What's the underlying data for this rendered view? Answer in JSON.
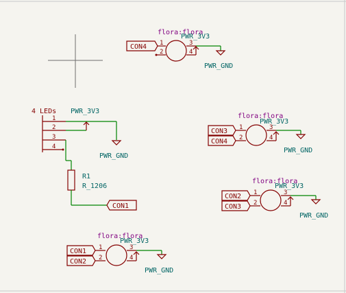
{
  "colors": {
    "background": "#f5f4ef",
    "component": "#840000",
    "wire": "#008400",
    "value_text": "#006464",
    "footprint_text": "#800080",
    "crosshair": "#6e6e6e"
  },
  "icons": {
    "cursor": "crosshair-cursor-icon",
    "ground": "ground-symbol-icon"
  },
  "footprint_label": "flora:flora",
  "power_net": "PWR_3V3",
  "ground_net": "PWR_GND",
  "pads": {
    "p1": {
      "pin1": "1",
      "pin2": "2",
      "pin3": "3",
      "pin4": "4",
      "in1": "CON4"
    },
    "p2": {
      "pin1": "1",
      "pin2": "2",
      "pin3": "3",
      "pin4": "4",
      "in1": "CON3",
      "in2": "CON4"
    },
    "p3": {
      "pin1": "1",
      "pin2": "2",
      "pin3": "3",
      "pin4": "4",
      "in1": "CON2",
      "in2": "CON3"
    },
    "p4": {
      "pin1": "1",
      "pin2": "2",
      "pin3": "3",
      "pin4": "4",
      "in1": "CON1",
      "in2": "CON2"
    }
  },
  "led_header": {
    "label": "4 LEDs",
    "pins": [
      "1",
      "2",
      "3",
      "4"
    ]
  },
  "resistor": {
    "ref": "R1",
    "value": "R_1206",
    "net": "CON1"
  }
}
